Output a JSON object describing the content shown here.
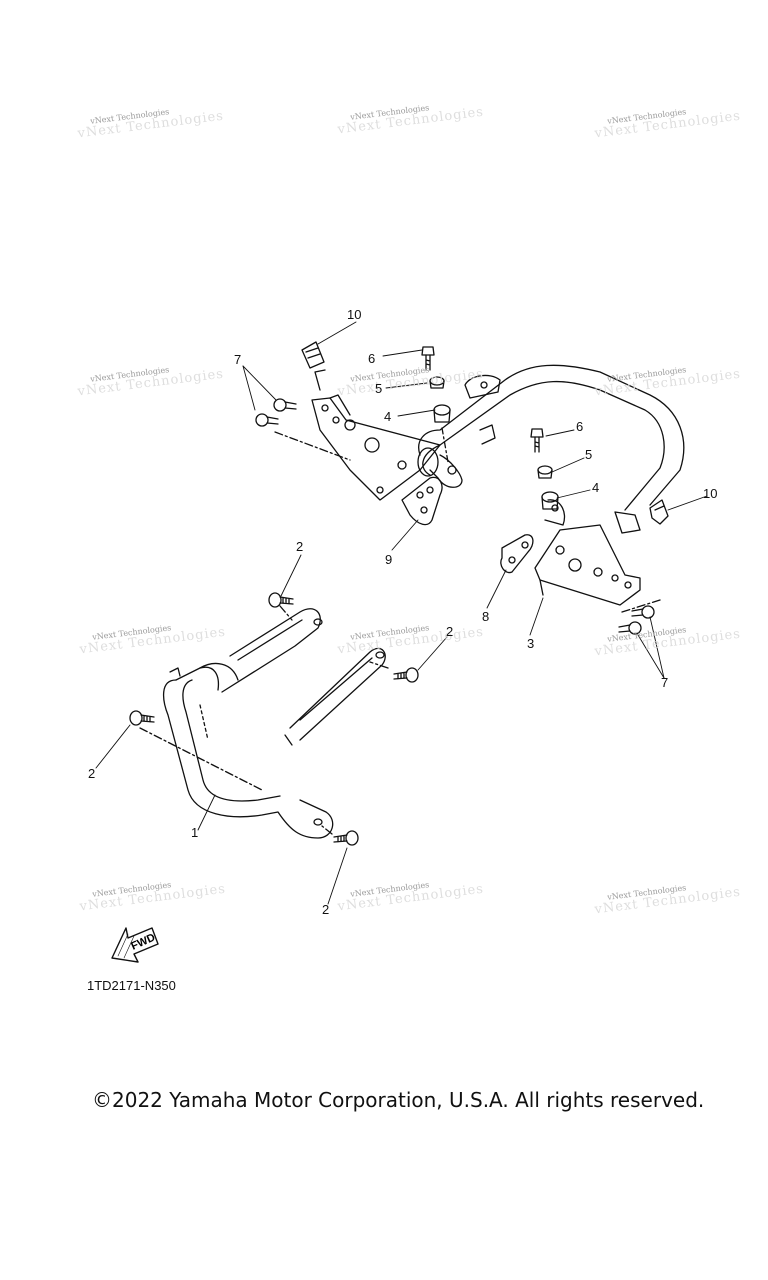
{
  "watermark": {
    "text": "vNext Technologies"
  },
  "callouts": {
    "c1": "1",
    "c2a": "2",
    "c2b": "2",
    "c2c": "2",
    "c2d": "2",
    "c3": "3",
    "c4a": "4",
    "c4b": "4",
    "c5a": "5",
    "c5b": "5",
    "c6a": "6",
    "c6b": "6",
    "c7a": "7",
    "c7b": "7",
    "c8": "8",
    "c9": "9",
    "c10a": "10",
    "c10b": "10"
  },
  "fwd_arrow": {
    "label": "FWD"
  },
  "drawing_code": "1TD2171-N350",
  "copyright": "©2022 Yamaha Motor Corporation, U.S.A. All rights reserved."
}
